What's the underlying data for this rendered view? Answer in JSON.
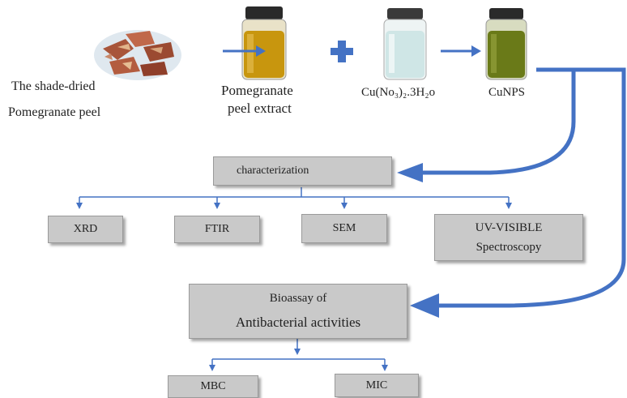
{
  "top_row": {
    "peel_label_line1": "The shade-dried",
    "peel_label_line2": "Pomegranate peel",
    "extract_label_line1": "Pomegranate",
    "extract_label_line2": "peel extract",
    "salt_label": "Cu(No₃)₂.3H₂o",
    "product_label": "CuNPS"
  },
  "characterization": {
    "title": "characterization",
    "methods": [
      "XRD",
      "FTIR",
      "SEM"
    ],
    "uv_line1": "UV-VISIBLE",
    "uv_line2": "Spectroscopy"
  },
  "bioassay": {
    "line1": "Bioassay of",
    "line2": "Antibacterial activities",
    "tests": [
      "MBC",
      "MIC"
    ]
  },
  "colors": {
    "arrow": "#4472c4",
    "box_fill": "#c9c9c9",
    "extract_liquid": "#c8960e",
    "salt_liquid": "#cfe6e6",
    "cunps_liquid": "#6a7a18"
  }
}
